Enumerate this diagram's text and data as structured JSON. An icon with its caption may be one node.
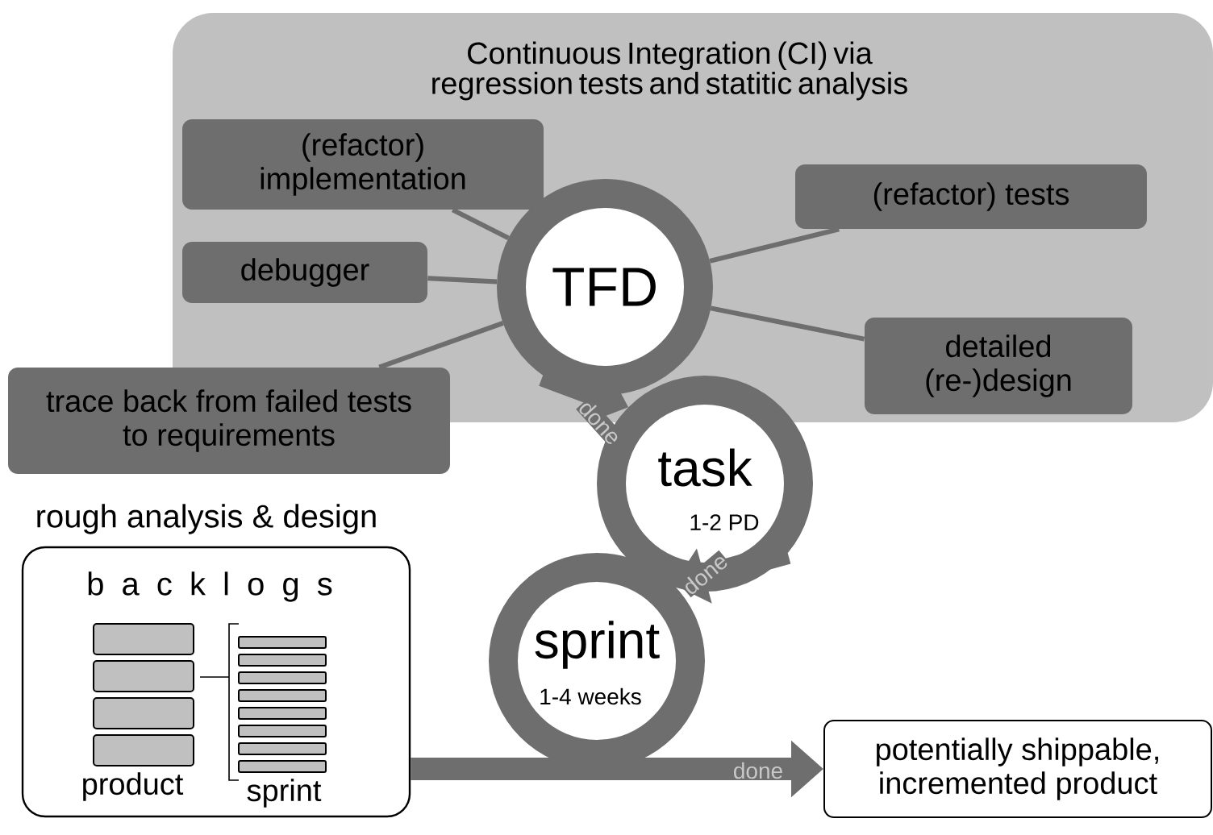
{
  "diagram": {
    "nodes": [
      {
        "text": [
          "Continuous Integration (CI) via regression tests and statitic analysis"
        ]
      },
      {
        "text": [
          "(refactor) implementation"
        ],
        "in": 0
      },
      {
        "text": [
          "(refactor) tests"
        ],
        "in": 0
      },
      {
        "text": [
          "debugger"
        ],
        "in": 0
      },
      {
        "text": [
          "detailed (re-)design"
        ],
        "in": 0
      },
      {
        "text": [
          "trace back from failed tests to requirements"
        ]
      },
      {
        "text": [
          "TFD"
        ],
        "in": 0
      },
      {
        "text": [
          "task",
          "1-2 PD"
        ]
      },
      {
        "text": [
          "sprint",
          "1-4 weeks"
        ]
      },
      {
        "text": [
          "rough analysis & design",
          "b a c k l o g s",
          "product",
          "sprint"
        ]
      },
      {
        "text": [
          "potentially shippable, incremented product"
        ]
      }
    ],
    "edges": [
      {
        "from": 1,
        "to": 6,
        "arrow": "none"
      },
      {
        "from": 2,
        "to": 6,
        "arrow": "none"
      },
      {
        "from": 3,
        "to": 6,
        "arrow": "none"
      },
      {
        "from": 4,
        "to": 6,
        "arrow": "none"
      },
      {
        "from": 5,
        "to": 6,
        "arrow": "none"
      },
      {
        "from": 6,
        "to": 7,
        "arrow": "to",
        "label": "done",
        "style": "thick"
      },
      {
        "from": 7,
        "to": 8,
        "arrow": "to",
        "label": "done",
        "style": "thick"
      },
      {
        "from": 9,
        "to": 8,
        "arrow": "none",
        "style": "thick"
      },
      {
        "from": 8,
        "to": 10,
        "arrow": "to",
        "label": "done",
        "style": "thick"
      }
    ]
  }
}
